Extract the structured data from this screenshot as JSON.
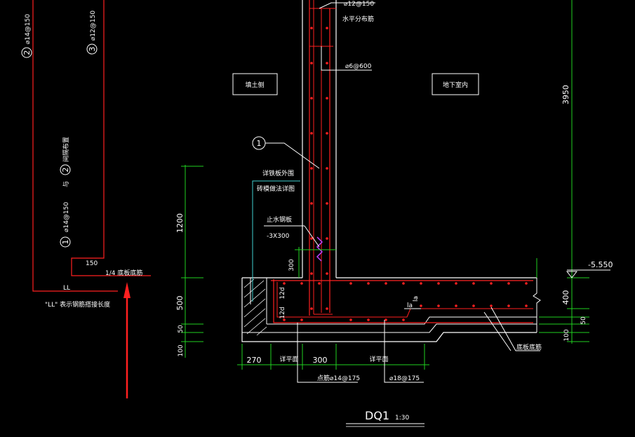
{
  "drawing": {
    "title": "DQ1",
    "scale": "1:30",
    "colors": {
      "background": "#000000",
      "rebar": "#ff2020",
      "dimension": "#20d020",
      "outline": "#ffffff",
      "leader": "#40d0d0",
      "waterstop": "#c040ff",
      "arrow": "#ff2020"
    }
  },
  "left_detail": {
    "bar2_label": "② ⌀14@150",
    "bar3_label": "③ ⌀12@150",
    "circle2": "2",
    "circle3": "3",
    "bar1_label": "⌀14@150",
    "circle1": "1",
    "with_text": "与",
    "circle2b": "2",
    "spacing_note": "间隔布置",
    "dim_150": "150",
    "bottom_note": "1/4 底板底筋",
    "ll": "LL",
    "ll_note": "\"LL\" 表示钢筋搭接长度"
  },
  "section": {
    "soil_side": "填土侧",
    "basement_side": "地下室内",
    "top_bar": "⌀12@150",
    "horizontal_bar": "水平分布筋",
    "tie_bar": "⌀6@600",
    "circle1": "1",
    "exterior_note_1": "详铁板外围",
    "exterior_note_2": "砖模做法详图",
    "waterstop_1": "止水钢板",
    "waterstop_2": "-3X300",
    "dim_12d_a": "12d",
    "dim_12d_b": "12d",
    "dim_la": "la",
    "dim_la2": "la",
    "dim_300_v": "300",
    "elevation": "-5.550",
    "slab_bars": "底板底筋"
  },
  "left_dims": {
    "d1200": "1200",
    "d500": "500",
    "d50": "50",
    "d100": "100"
  },
  "right_dims": {
    "d3950": "3950",
    "d400": "400",
    "d50": "50",
    "d100": "100"
  },
  "bottom_dims": {
    "d270": "270",
    "plan1": "详平面",
    "d300": "300",
    "plan2": "详平面",
    "bar_a": "点筋⌀14@175",
    "bar_b": "⌀18@175"
  }
}
